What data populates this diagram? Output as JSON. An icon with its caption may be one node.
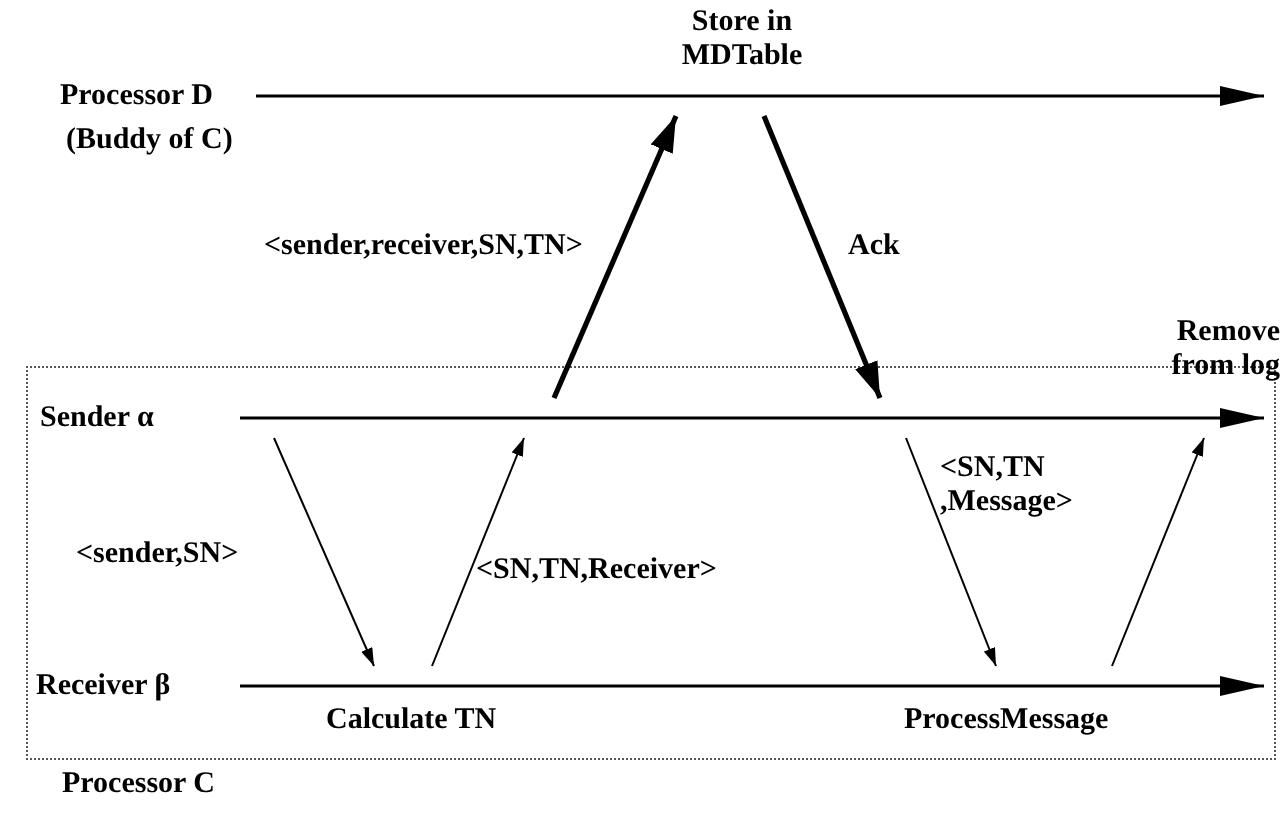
{
  "diagram": {
    "nodes": [
      {
        "text": [
          "Processor C"
        ]
      },
      {
        "text": [
          "Processor D"
        ],
        "beside": [
          "(Buddy of C)",
          "Store in MDTable"
        ]
      },
      {
        "text": [
          "Sender α"
        ],
        "in": 0,
        "beside": [
          "Remove from log"
        ]
      },
      {
        "text": [
          "Receiver β"
        ],
        "in": 0,
        "beside": [
          "Calculate TN",
          "ProcessMessage"
        ]
      }
    ],
    "edges": [
      {
        "from": 2,
        "to": 3,
        "arrow": "to",
        "label": "<sender,SN>"
      },
      {
        "from": 3,
        "to": 2,
        "arrow": "to",
        "label": "<SN,TN,Receiver>"
      },
      {
        "from": 2,
        "to": 1,
        "arrow": "to",
        "label": "<sender,receiver,SN,TN>",
        "style": "thick"
      },
      {
        "from": 1,
        "to": 2,
        "arrow": "to",
        "label": "Ack",
        "style": "thick"
      },
      {
        "from": 2,
        "to": 3,
        "arrow": "to",
        "label": "<SN,TN ,Message>"
      },
      {
        "from": 3,
        "to": 2,
        "arrow": "to"
      }
    ]
  }
}
